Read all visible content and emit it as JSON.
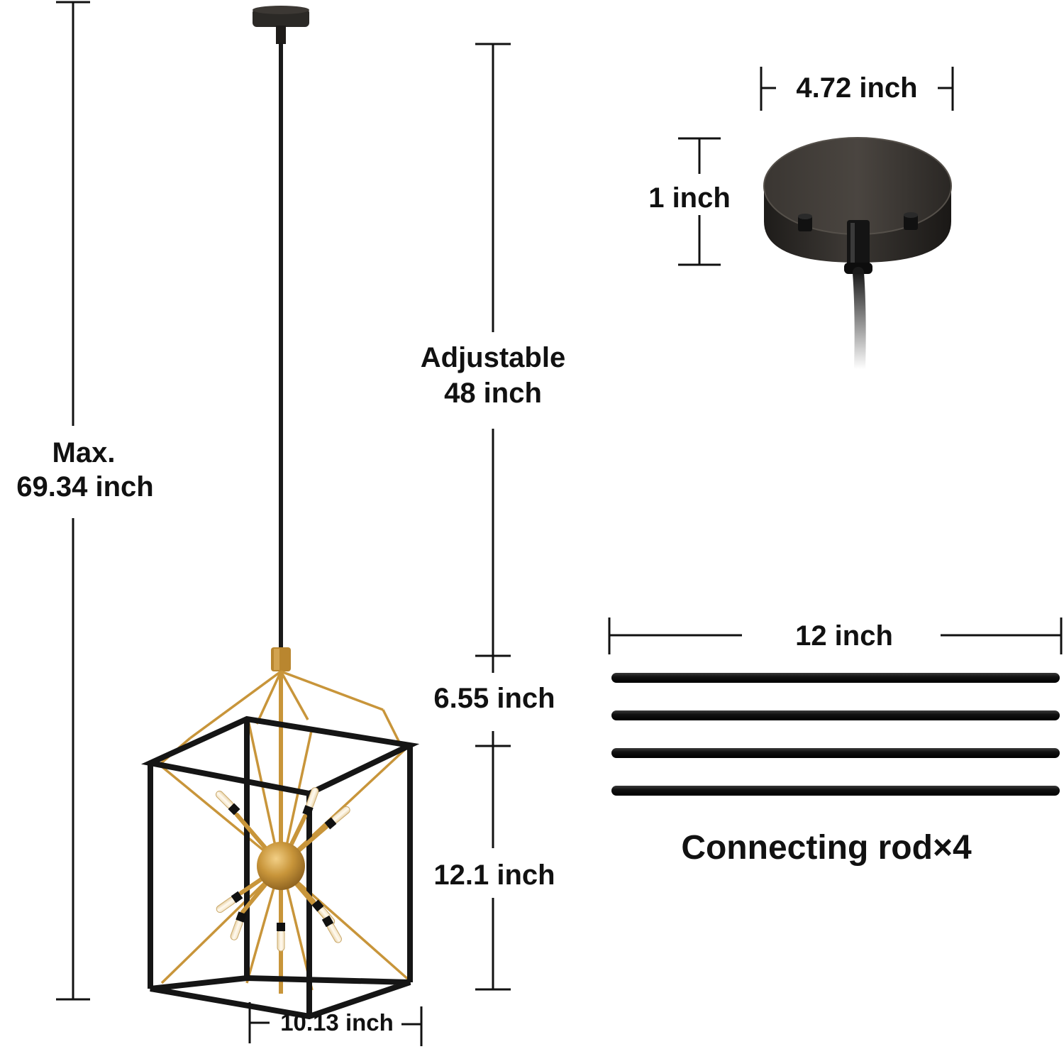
{
  "dimensions": {
    "overall_height_prefix": "Max.",
    "overall_height": "69.34 inch",
    "adjustable_prefix": "Adjustable",
    "adjustable_length": "48 inch",
    "canopy_to_cage": "6.55 inch",
    "cage_height": "12.1 inch",
    "cage_width": "10.13 inch",
    "canopy_diameter": "4.72 inch",
    "canopy_height": "1 inch",
    "rod_length": "12 inch"
  },
  "accessories": {
    "rods_label": "Connecting rod×4",
    "rod_count": 4
  },
  "colors": {
    "frame": "#1a1a1a",
    "brass": "#c8953a",
    "canopy": "#2e2b28"
  }
}
